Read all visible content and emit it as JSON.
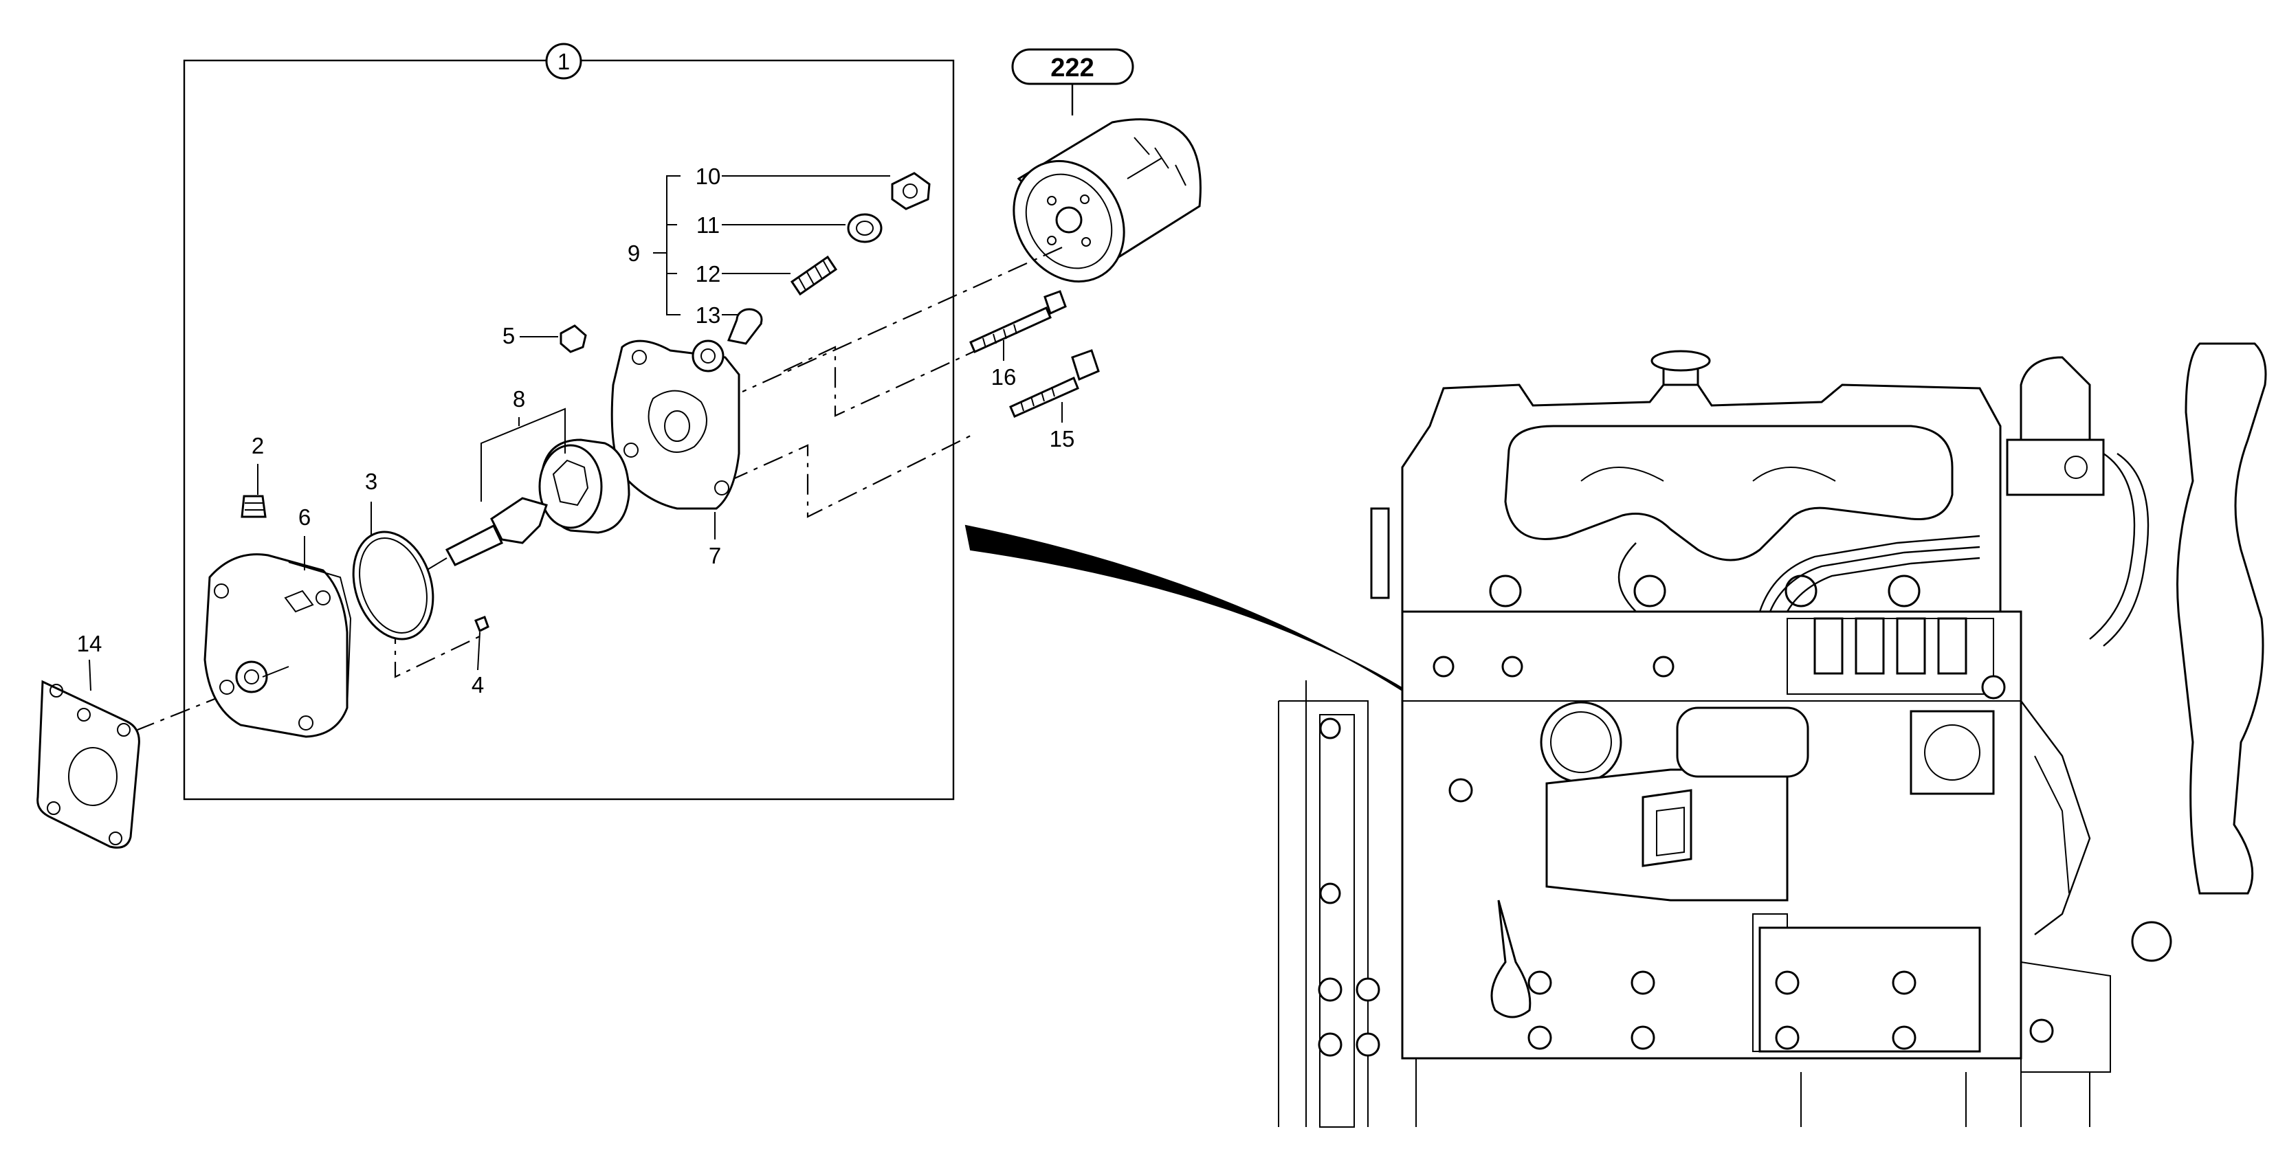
{
  "diagram": {
    "assembly_ref": "1",
    "filter_ref": "222",
    "callouts": [
      {
        "id": "c2",
        "label": "2"
      },
      {
        "id": "c3",
        "label": "3"
      },
      {
        "id": "c4",
        "label": "4"
      },
      {
        "id": "c5",
        "label": "5"
      },
      {
        "id": "c6",
        "label": "6"
      },
      {
        "id": "c7",
        "label": "7"
      },
      {
        "id": "c8",
        "label": "8"
      },
      {
        "id": "c9",
        "label": "9"
      },
      {
        "id": "c10",
        "label": "10"
      },
      {
        "id": "c11",
        "label": "11"
      },
      {
        "id": "c12",
        "label": "12"
      },
      {
        "id": "c13",
        "label": "13"
      },
      {
        "id": "c14",
        "label": "14"
      },
      {
        "id": "c15",
        "label": "15"
      },
      {
        "id": "c16",
        "label": "16"
      }
    ]
  }
}
